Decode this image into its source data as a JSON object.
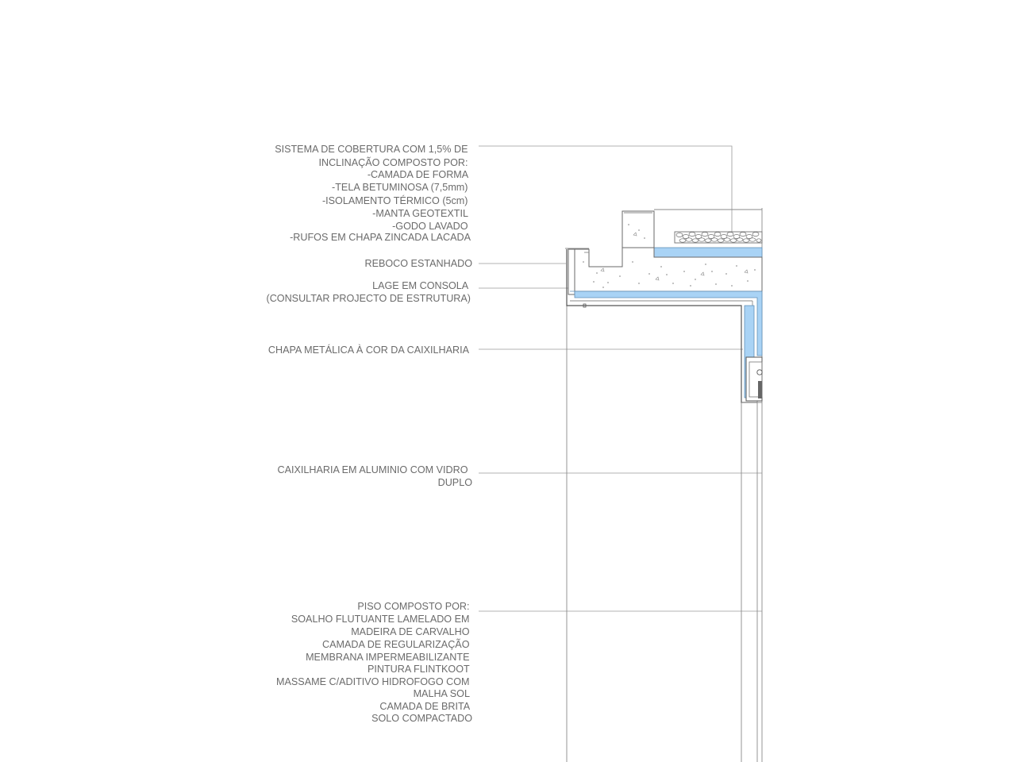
{
  "colors": {
    "insulation": "#a9d3f5",
    "line": "#8a8a8a",
    "text": "#6b6b6b"
  },
  "labels": {
    "roof": [
      "SISTEMA DE COBERTURA COM 1,5% DE",
      "INCLINAÇÃO COMPOSTO POR:",
      "-CAMADA DE FORMA",
      "-TELA BETUMINOSA (7,5mm)",
      "-ISOLAMENTO TÉRMICO (5cm)",
      "-MANTA GEOTEXTIL",
      "-GODO LAVADO",
      "-RUFOS EM CHAPA ZINCADA LACADA"
    ],
    "render": [
      "REBOCO ESTANHADO"
    ],
    "slab": [
      "LAGE EM CONSOLA",
      "(CONSULTAR PROJECTO DE ESTRUTURA)"
    ],
    "sheet": [
      "CHAPA METÁLICA À COR DA CAIXILHARIA"
    ],
    "frame": [
      "CAIXILHARIA EM ALUMINIO COM VIDRO",
      "DUPLO"
    ],
    "floor": [
      "PISO COMPOSTO POR:",
      "SOALHO FLUTUANTE LAMELADO EM",
      "MADEIRA DE CARVALHO",
      "CAMADA DE REGULARIZAÇÃO",
      "MEMBRANA IMPERMEABILIZANTE",
      "PINTURA  FLINTKOOT",
      "MASSAME C/ADITIVO HIDROFOGO COM",
      "MALHA SOL",
      "CAMADA DE BRITA",
      "SOLO COMPACTADO"
    ]
  }
}
